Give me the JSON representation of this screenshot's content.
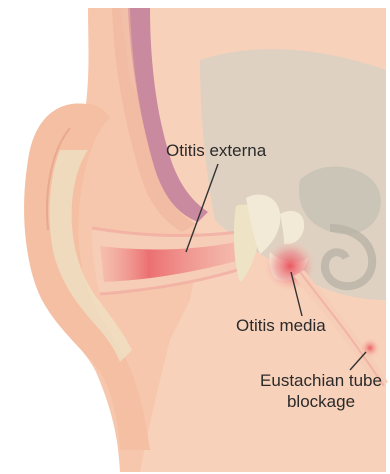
{
  "labels": {
    "otitis_externa": "Otitis externa",
    "otitis_media": "Otitis media",
    "eustachian": "Eustachian tube blockage"
  },
  "colors": {
    "skin": "#f7c7ad",
    "skin_light": "#f9d9c6",
    "bone": "#e9e0cb",
    "tissue_gray": "#d5d0c4",
    "inflamed": "#e8505a",
    "vessel": "#c98aa0",
    "leader_line": "#333333"
  }
}
